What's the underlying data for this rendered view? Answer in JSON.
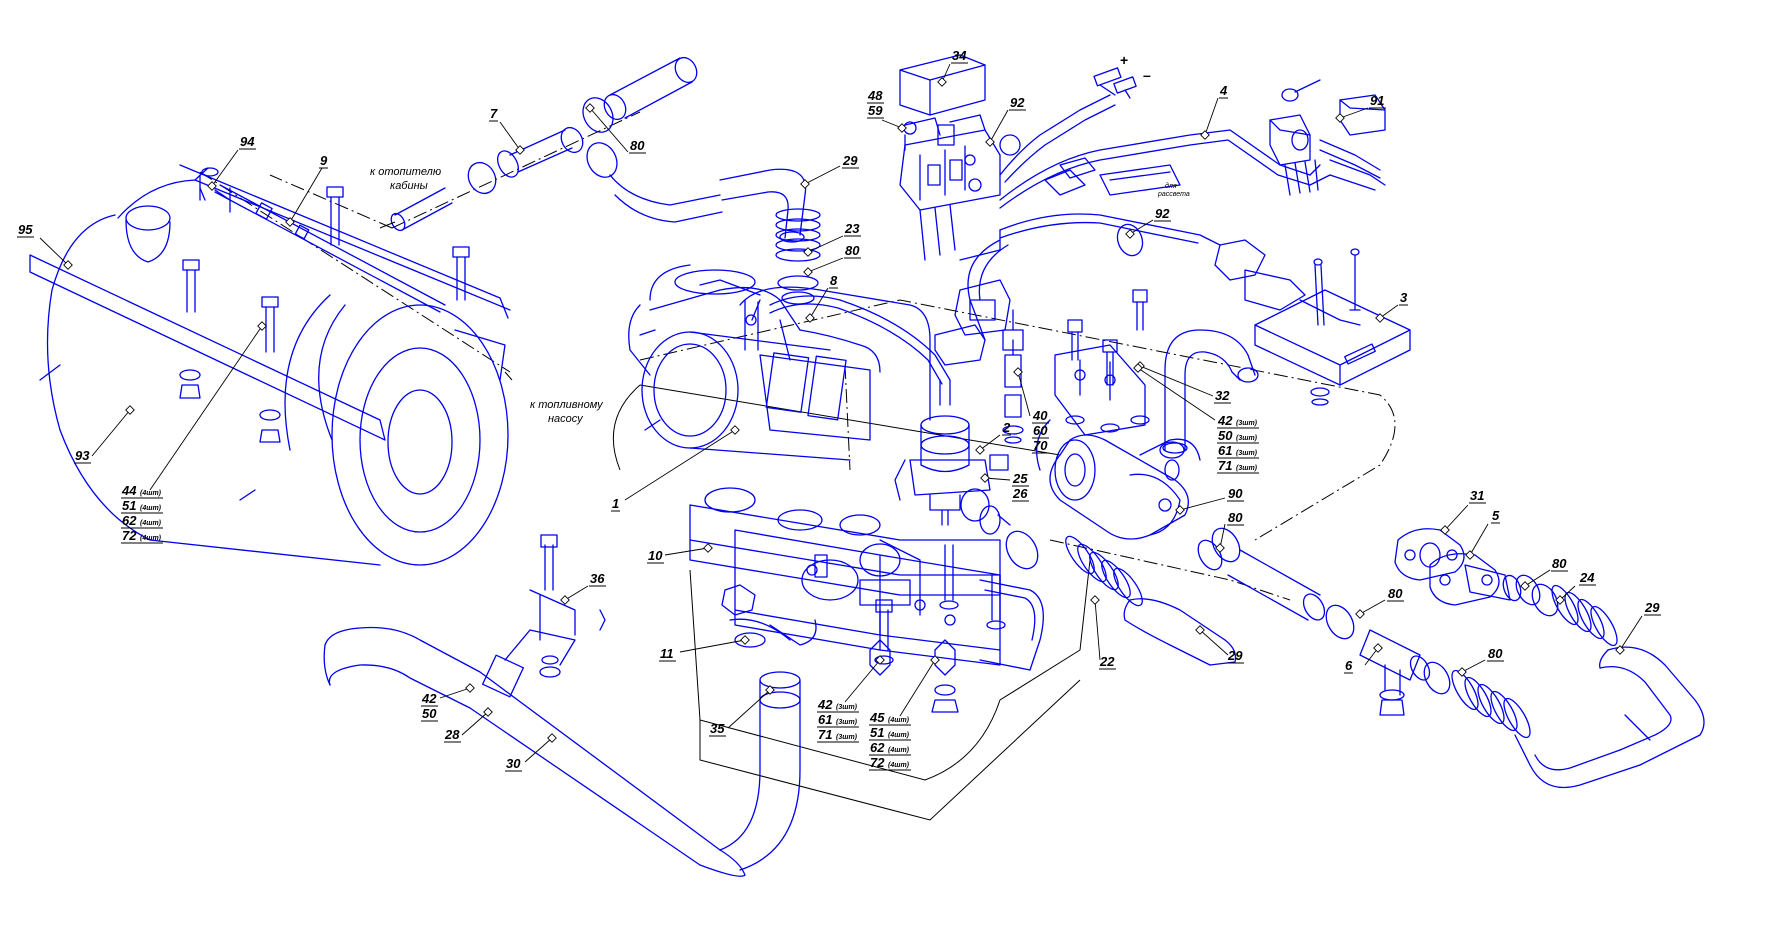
{
  "diagram": {
    "callouts": [
      {
        "id": "c94",
        "lines": [
          {
            "t": "94"
          }
        ]
      },
      {
        "id": "c9",
        "lines": [
          {
            "t": "9"
          }
        ]
      },
      {
        "id": "c95",
        "lines": [
          {
            "t": "95"
          }
        ]
      },
      {
        "id": "c93",
        "lines": [
          {
            "t": "93"
          }
        ]
      },
      {
        "id": "c44",
        "lines": [
          {
            "t": "44",
            "s": "(4шт)"
          },
          {
            "t": "51",
            "s": "(4шт)"
          },
          {
            "t": "62",
            "s": "(4шт)"
          },
          {
            "t": "72",
            "s": "(4шт)"
          }
        ]
      },
      {
        "id": "c7",
        "lines": [
          {
            "t": "7"
          }
        ]
      },
      {
        "id": "c80a",
        "lines": [
          {
            "t": "80"
          }
        ]
      },
      {
        "id": "c29a",
        "lines": [
          {
            "t": "29"
          }
        ]
      },
      {
        "id": "c23",
        "lines": [
          {
            "t": "23"
          }
        ]
      },
      {
        "id": "c80b",
        "lines": [
          {
            "t": "80"
          }
        ]
      },
      {
        "id": "c8",
        "lines": [
          {
            "t": "8"
          }
        ]
      },
      {
        "id": "c34",
        "lines": [
          {
            "t": "34"
          }
        ]
      },
      {
        "id": "c48",
        "lines": [
          {
            "t": "48"
          },
          {
            "t": "59"
          }
        ]
      },
      {
        "id": "c92a",
        "lines": [
          {
            "t": "92"
          }
        ]
      },
      {
        "id": "c4",
        "lines": [
          {
            "t": "4"
          }
        ]
      },
      {
        "id": "c91",
        "lines": [
          {
            "t": "91"
          }
        ]
      },
      {
        "id": "c92b",
        "lines": [
          {
            "t": "92"
          }
        ]
      },
      {
        "id": "c3",
        "lines": [
          {
            "t": "3"
          }
        ]
      },
      {
        "id": "c32",
        "lines": [
          {
            "t": "32"
          }
        ]
      },
      {
        "id": "c42a",
        "lines": [
          {
            "t": "42",
            "s": "(3шт)"
          },
          {
            "t": "50",
            "s": "(3шт)"
          },
          {
            "t": "61",
            "s": "(3шт)"
          },
          {
            "t": "71",
            "s": "(3шт)"
          }
        ]
      },
      {
        "id": "c40",
        "lines": [
          {
            "t": "40"
          },
          {
            "t": "60"
          },
          {
            "t": "70"
          }
        ]
      },
      {
        "id": "c2",
        "lines": [
          {
            "t": "2"
          }
        ]
      },
      {
        "id": "c25",
        "lines": [
          {
            "t": "25"
          },
          {
            "t": "26"
          }
        ]
      },
      {
        "id": "c1",
        "lines": [
          {
            "t": "1"
          }
        ]
      },
      {
        "id": "c10",
        "lines": [
          {
            "t": "10"
          }
        ]
      },
      {
        "id": "c90",
        "lines": [
          {
            "t": "90"
          }
        ]
      },
      {
        "id": "c80c",
        "lines": [
          {
            "t": "80"
          }
        ]
      },
      {
        "id": "c31",
        "lines": [
          {
            "t": "31"
          }
        ]
      },
      {
        "id": "c5",
        "lines": [
          {
            "t": "5"
          }
        ]
      },
      {
        "id": "c80d",
        "lines": [
          {
            "t": "80"
          }
        ]
      },
      {
        "id": "c24",
        "lines": [
          {
            "t": "24"
          }
        ]
      },
      {
        "id": "c29b",
        "lines": [
          {
            "t": "29"
          }
        ]
      },
      {
        "id": "c80e",
        "lines": [
          {
            "t": "80"
          }
        ]
      },
      {
        "id": "c6",
        "lines": [
          {
            "t": "6"
          }
        ]
      },
      {
        "id": "c80f",
        "lines": [
          {
            "t": "80"
          }
        ]
      },
      {
        "id": "c22",
        "lines": [
          {
            "t": "22"
          }
        ]
      },
      {
        "id": "c29c",
        "lines": [
          {
            "t": "29"
          }
        ]
      },
      {
        "id": "c36",
        "lines": [
          {
            "t": "36"
          }
        ]
      },
      {
        "id": "c42b",
        "lines": [
          {
            "t": "42"
          },
          {
            "t": "50"
          }
        ]
      },
      {
        "id": "c28",
        "lines": [
          {
            "t": "28"
          }
        ]
      },
      {
        "id": "c30",
        "lines": [
          {
            "t": "30"
          }
        ]
      },
      {
        "id": "c11",
        "lines": [
          {
            "t": "11"
          }
        ]
      },
      {
        "id": "c35",
        "lines": [
          {
            "t": "35"
          }
        ]
      },
      {
        "id": "c42c",
        "lines": [
          {
            "t": "42",
            "s": "(3шт)"
          },
          {
            "t": "61",
            "s": "(3шт)"
          },
          {
            "t": "71",
            "s": "(3шт)"
          }
        ]
      },
      {
        "id": "c45",
        "lines": [
          {
            "t": "45",
            "s": "(4шт)"
          },
          {
            "t": "51",
            "s": "(4шт)"
          },
          {
            "t": "62",
            "s": "(4шт)"
          },
          {
            "t": "72",
            "s": "(4шт)"
          }
        ]
      }
    ],
    "notes": {
      "to_cabin_heater": [
        "к отопителю",
        "кабины"
      ],
      "to_fuel_pump": [
        "к топливному",
        "насосу"
      ],
      "diagnostics": [
        "для",
        "рассвета"
      ],
      "plus": "+",
      "minus": "–"
    }
  }
}
